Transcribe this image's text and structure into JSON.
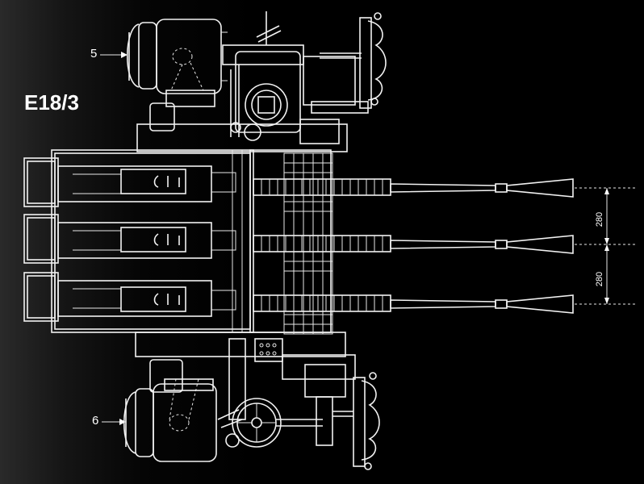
{
  "title": "E18/3",
  "callouts": {
    "upper": "5",
    "lower": "6"
  },
  "dimensions": {
    "upper_spacing": "280",
    "lower_spacing": "280"
  }
}
